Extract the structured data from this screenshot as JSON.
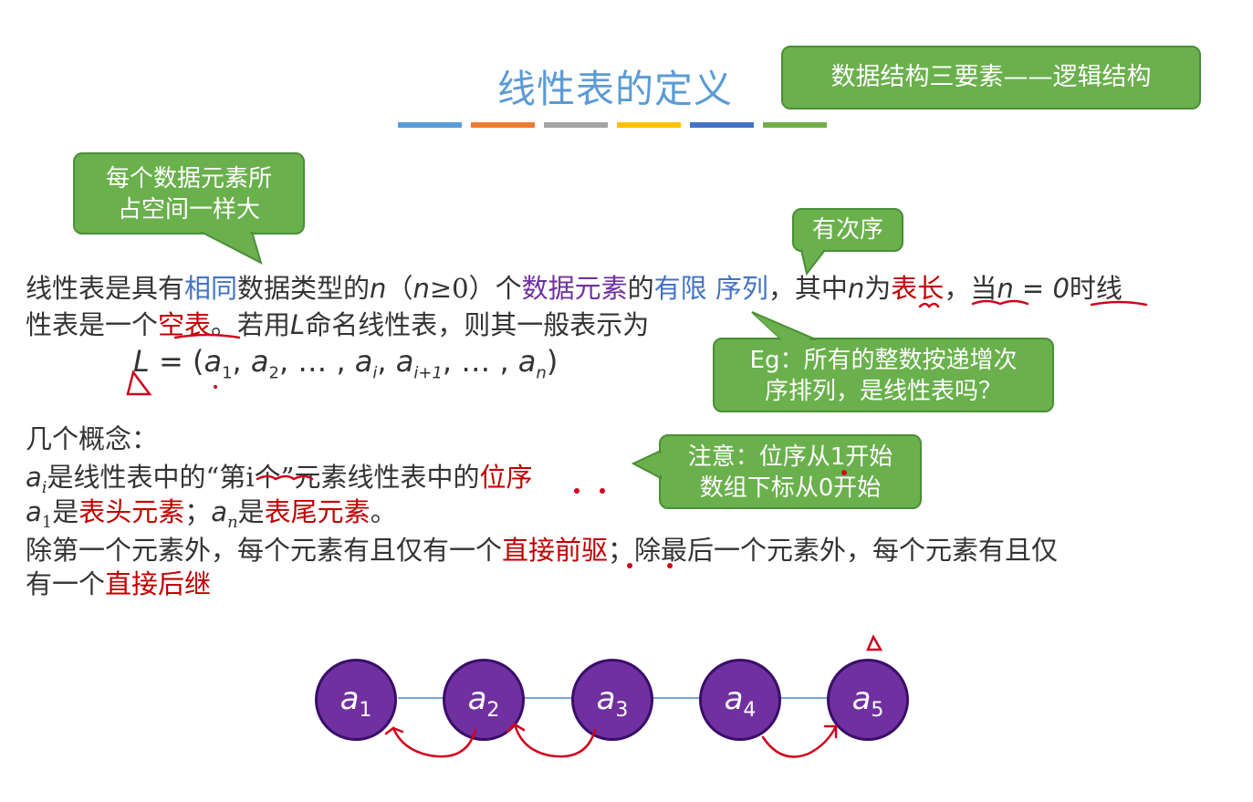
{
  "title": "线性表的定义",
  "callout_top_right": "数据结构三要素——逻辑结构",
  "stripe_colors": [
    "#5b9bd5",
    "#ed7d31",
    "#a5a5a5",
    "#ffc000",
    "#4472c4",
    "#70ad47"
  ],
  "callout_element_size": [
    "每个数据元素所",
    "占空间一样大"
  ],
  "callout_order": "有次序",
  "definition": {
    "line1": [
      "线性表是具有",
      "相同",
      "数据类型的",
      "n",
      "（",
      "n",
      "≥0）个",
      "数据元素",
      "的",
      "有限",
      " ",
      "序列",
      "，其中",
      "n",
      "为",
      "表长",
      "，当",
      "n",
      " = 0",
      "时线"
    ],
    "line2": [
      "性表是一个",
      "空表",
      "。若用",
      "L",
      "命名线性表，则其一般表示为"
    ]
  },
  "formula": {
    "lhs": "L",
    "eq": " = (",
    "terms": [
      "a",
      "1",
      ", ",
      "a",
      "2",
      ", … , ",
      "a",
      "i",
      ", ",
      "a",
      "i+1",
      ", … , ",
      "a",
      "n",
      ")"
    ]
  },
  "callout_eg": [
    "Eg：所有的整数按递增次",
    "序排列，是线性表吗？"
  ],
  "concepts": {
    "heading": "几个概念：",
    "c1": [
      "a",
      "i",
      "是线性表中的“第i个”元素线性表中的",
      "位序"
    ],
    "c2": [
      "a",
      "1",
      "是",
      "表头元素",
      "；",
      "a",
      "n",
      "是",
      "表尾元素",
      "。"
    ],
    "c3a": [
      "除第一个元素外，每个元素有且仅有一个",
      "直接前驱",
      "；除最后一个元素外，每个元素有且仅"
    ],
    "c3b": [
      "有一个",
      "直接后继"
    ]
  },
  "callout_note": [
    "注意：位序从1开始",
    "数组下标从0开始"
  ],
  "nodes": [
    {
      "base": "a",
      "sub": "1"
    },
    {
      "base": "a",
      "sub": "2"
    },
    {
      "base": "a",
      "sub": "3"
    },
    {
      "base": "a",
      "sub": "4"
    },
    {
      "base": "a",
      "sub": "5"
    }
  ]
}
